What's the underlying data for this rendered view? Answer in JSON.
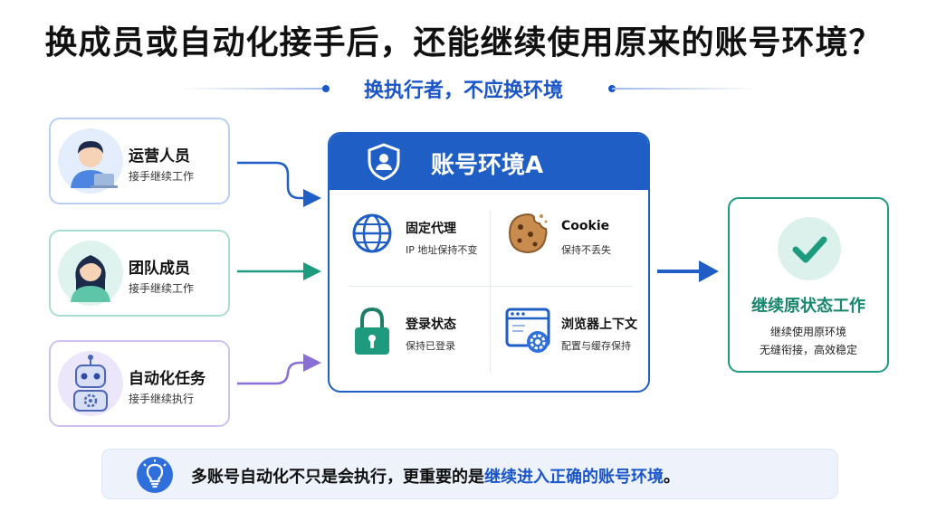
{
  "title": "换成员或自动化接手后，还能继续使用原来的账号环境？",
  "subtitle": "换执行者，不应换环境",
  "actors": [
    {
      "name": "运营人员",
      "desc": "接手继续工作",
      "icon": "operator-avatar-icon"
    },
    {
      "name": "团队成员",
      "desc": "接手继续工作",
      "icon": "team-member-avatar-icon"
    },
    {
      "name": "自动化任务",
      "desc": "接手继续执行",
      "icon": "robot-icon"
    }
  ],
  "account": {
    "title": "账号环境A",
    "features": [
      {
        "title": "固定代理",
        "desc": "IP 地址保持不变",
        "icon": "globe-icon"
      },
      {
        "title": "Cookie",
        "desc": "保持不丢失",
        "icon": "cookie-icon"
      },
      {
        "title": "登录状态",
        "desc": "保持已登录",
        "icon": "lock-icon"
      },
      {
        "title": "浏览器上下文",
        "desc": "配置与缓存保持",
        "icon": "browser-settings-icon"
      }
    ]
  },
  "result": {
    "title": "继续原状态工作",
    "desc1": "继续使用原环境",
    "desc2": "无缝衔接，高效稳定",
    "icon": "check-icon"
  },
  "banner": {
    "text_plain": "多账号自动化不只是会执行，更重要的是",
    "text_highlight": "继续进入正确的账号环境",
    "text_end": "。",
    "icon": "lightbulb-icon"
  },
  "colors": {
    "primary_blue": "#1f5ec4",
    "green": "#1e9b7e",
    "purple": "#8a6fd6"
  }
}
